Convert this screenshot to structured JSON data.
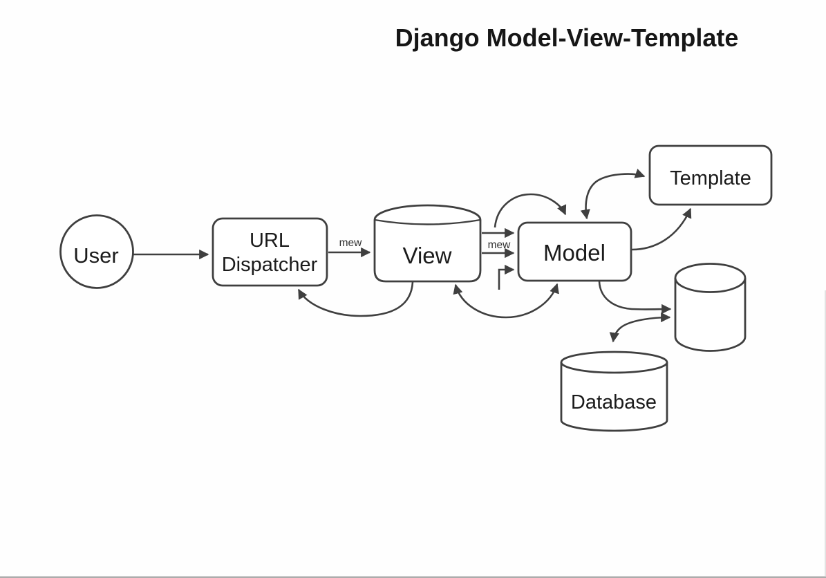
{
  "title": "Django Model-View-Template",
  "colors": {
    "background": "#ffffff",
    "stroke": "#3f3f3f",
    "text": "#1b1b1b"
  },
  "nodes": {
    "user": {
      "label": "User",
      "shape": "circle"
    },
    "url_dispatcher": {
      "label": "URL Dispatcher",
      "line1": "URL",
      "line2": "Dispatcher",
      "shape": "rounded-rectangle"
    },
    "view": {
      "label": "View",
      "shape": "rounded-rectangle-arched-top"
    },
    "model": {
      "label": "Model",
      "shape": "rounded-rectangle"
    },
    "template": {
      "label": "Template",
      "shape": "rounded-rectangle"
    },
    "datastore": {
      "label": "",
      "shape": "cylinder"
    },
    "database": {
      "label": "Database",
      "shape": "cylinder"
    }
  },
  "edges": [
    {
      "id": "user-to-url-dispatcher",
      "from": "User",
      "to": "URL Dispatcher",
      "label": "",
      "style": "straight",
      "double_headed": false
    },
    {
      "id": "url-dispatcher-to-view",
      "from": "URL Dispatcher",
      "to": "View",
      "label": "mew",
      "style": "straight",
      "double_headed": false
    },
    {
      "id": "view-to-model-upper",
      "from": "View",
      "to": "Model",
      "label": "mew",
      "style": "straight",
      "double_headed": false
    },
    {
      "id": "view-to-model-lower",
      "from": "View",
      "to": "Model",
      "label": "",
      "style": "straight",
      "double_headed": false
    },
    {
      "id": "view-to-model-elbow",
      "from": "View",
      "to": "Model",
      "label": "",
      "style": "elbow",
      "double_headed": false
    },
    {
      "id": "view-to-model-arc",
      "from": "View",
      "to": "Model",
      "label": "",
      "style": "arc-over-top",
      "double_headed": false
    },
    {
      "id": "model-template-left-curve",
      "from": "Model",
      "to": "Template",
      "label": "",
      "style": "s-curve",
      "double_headed": true
    },
    {
      "id": "model-to-template-bottom",
      "from": "Model",
      "to": "Template",
      "label": "",
      "style": "curve",
      "double_headed": false
    },
    {
      "id": "view-model-bottom-loop",
      "from": "Model",
      "to": "View",
      "label": "",
      "style": "u-curve",
      "double_headed": true
    },
    {
      "id": "view-to-url-dispatcher-return",
      "from": "View",
      "to": "URL Dispatcher",
      "label": "",
      "style": "u-curve",
      "double_headed": false
    },
    {
      "id": "model-to-datastore",
      "from": "Model",
      "to": "Datastore",
      "label": "",
      "style": "curve",
      "double_headed": false
    },
    {
      "id": "datastore-database-curve",
      "from": "Datastore",
      "to": "Database",
      "label": "",
      "style": "s-curve",
      "double_headed": true
    }
  ]
}
